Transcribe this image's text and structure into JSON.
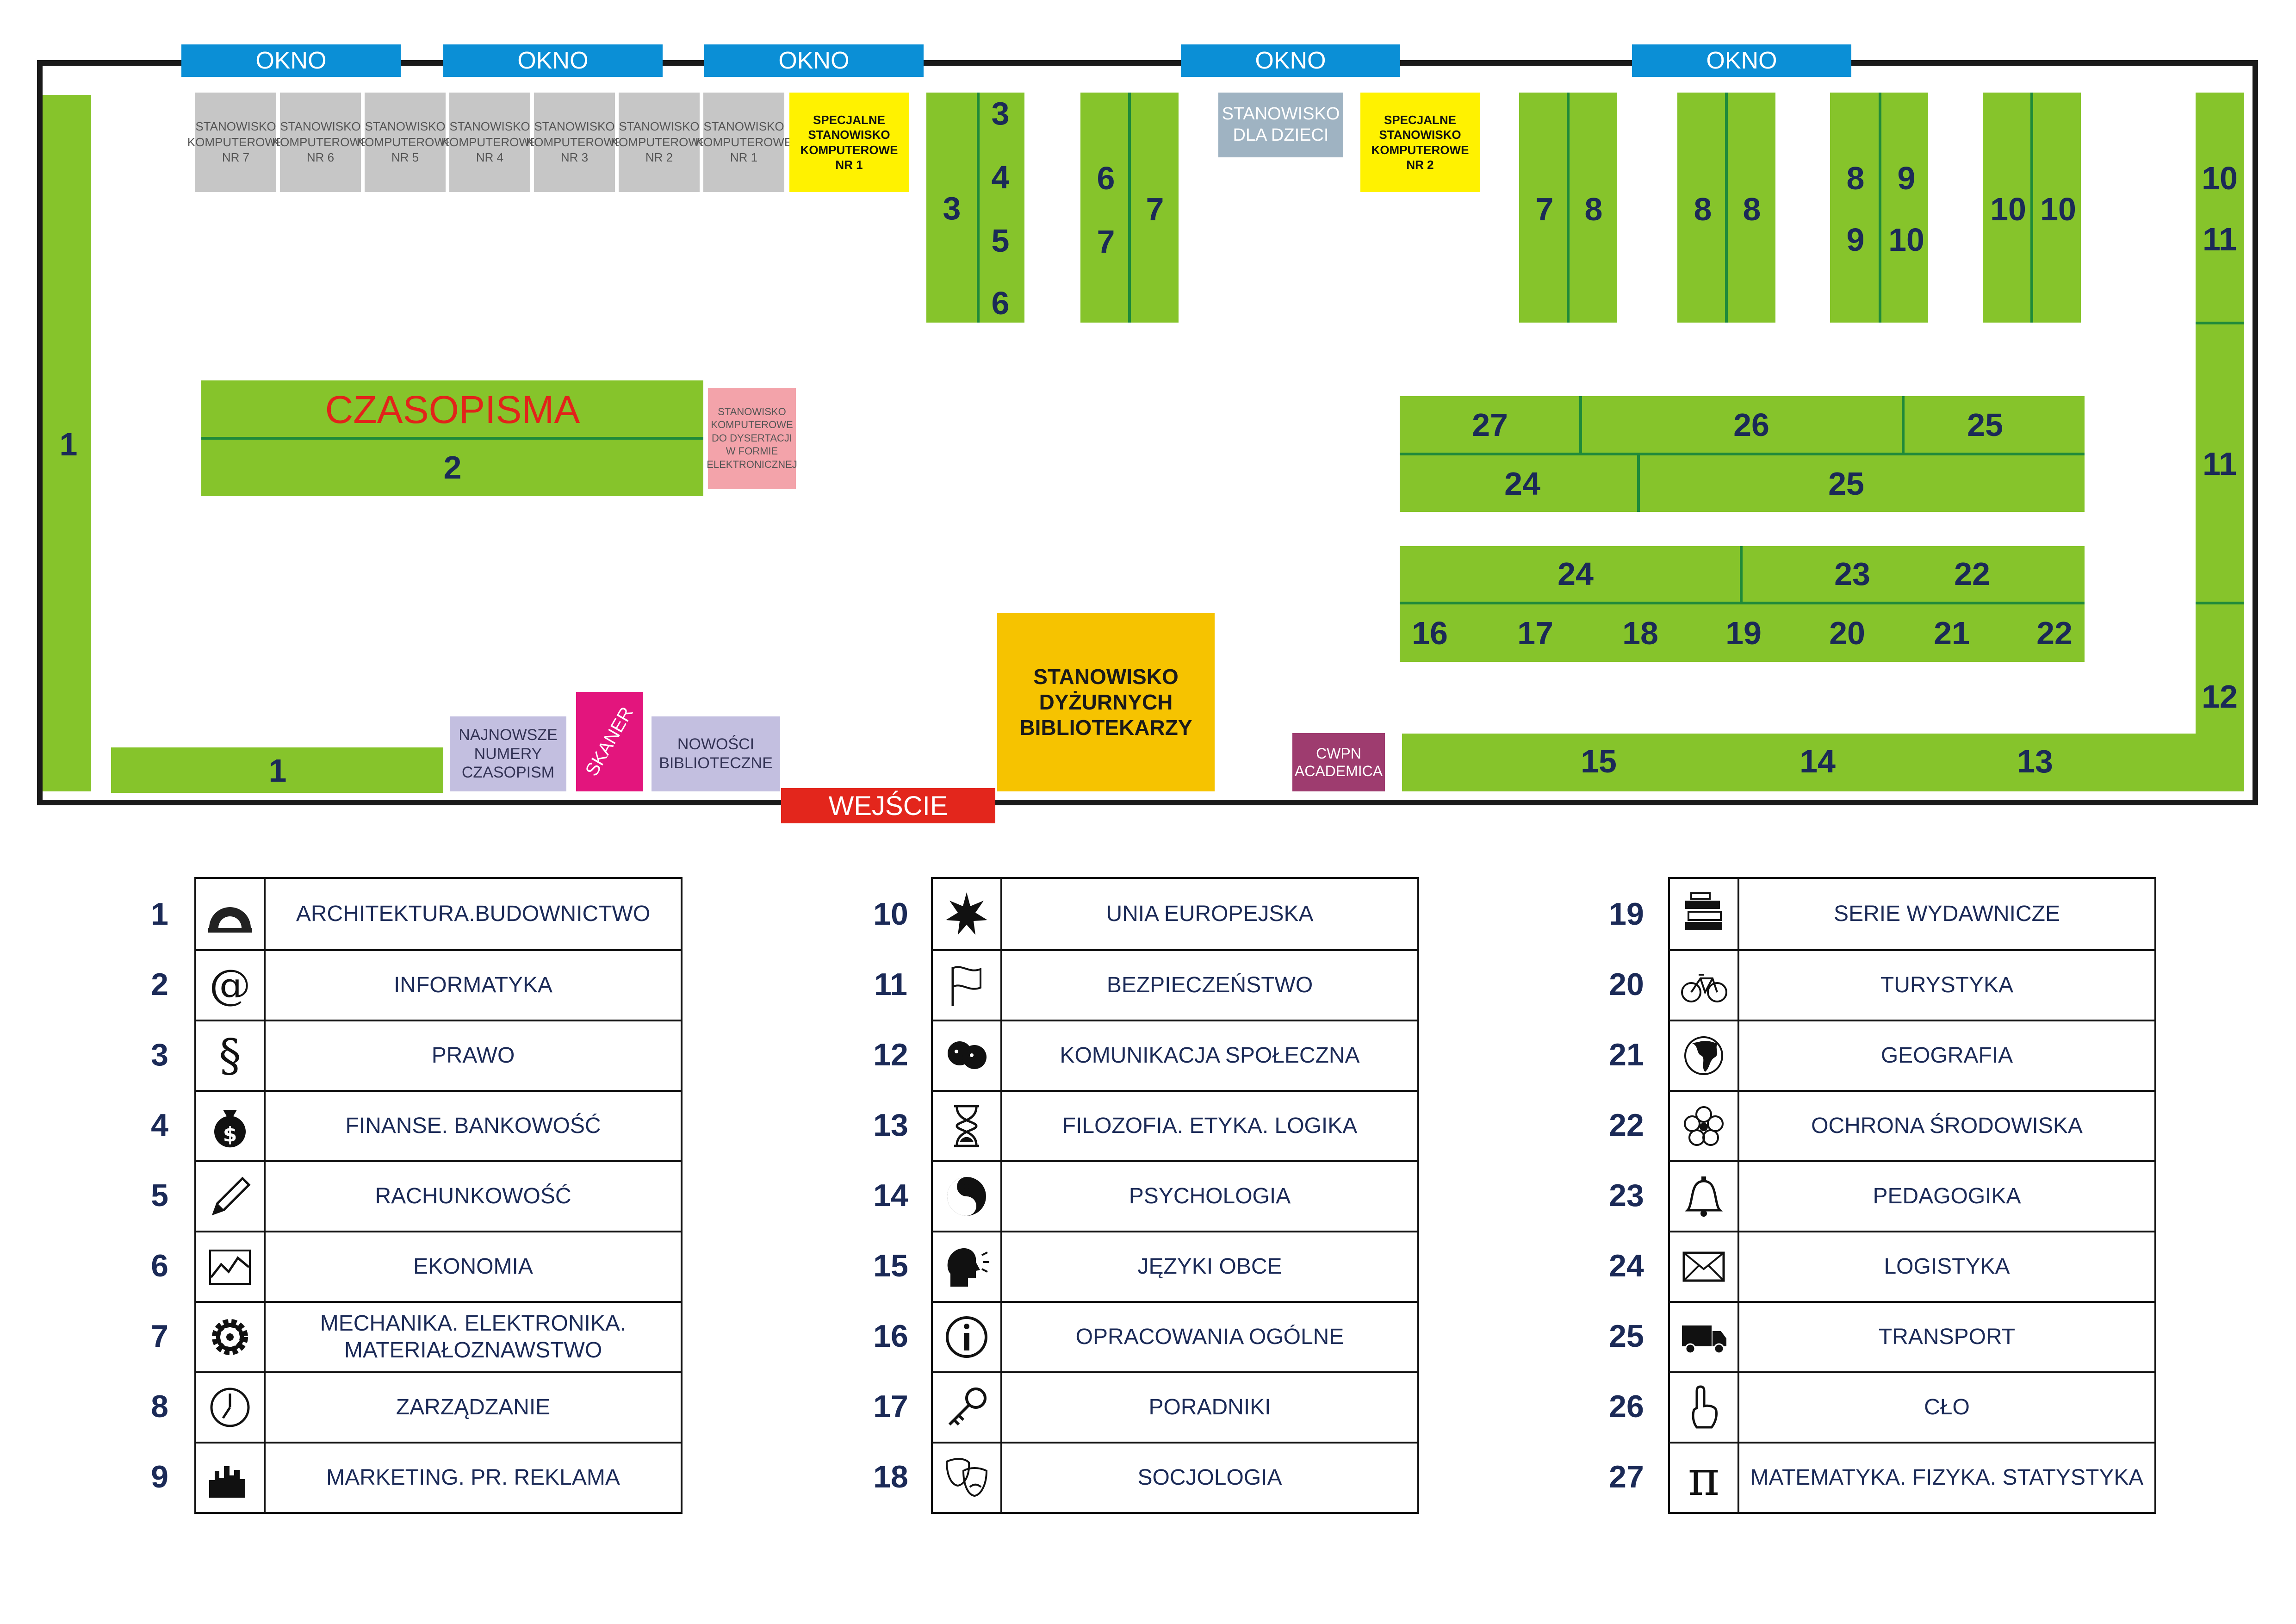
{
  "map": {
    "window_label": "OKNO",
    "entrance_label": "WEJŚCIE",
    "magazines_label": "CZASOPISMA",
    "computer_station_lines": [
      "STANOWISKO",
      "KOMPUTEROWE"
    ],
    "computer_stations": [
      "NR 7",
      "NR 6",
      "NR 5",
      "NR 4",
      "NR 3",
      "NR 2",
      "NR 1"
    ],
    "special_station_1": "SPECJALNE STANOWISKO KOMPUTEROWE NR 1",
    "special_station_2": "SPECJALNE STANOWISKO KOMPUTEROWE NR 2",
    "children_station": "STANOWISKO DLA DZIECI",
    "dissertation_station": "STANOWISKO KOMPUTEROWE DO DYSERTACJI W FORMIE ELEKTRONICZNEJ",
    "latest_magazines": "NAJNOWSZE NUMERY CZASOPISM",
    "scanner": "SKANER",
    "library_news": "NOWOŚCI BIBLIOTECZNE",
    "librarian_desk": "STANOWISKO DYŻURNYCH BIBLIOTEKARZY",
    "cwpn": "CWPN ACADEMICA",
    "shelf_numbers": {
      "left_wall": "1",
      "bottom_left": "1",
      "czasopisma": "2",
      "s3a": "3",
      "s3b": "3",
      "s4": "4",
      "s5": "5",
      "s6": "6",
      "s6b": "6",
      "s7a": "7",
      "s7b": "7",
      "s7c": "7",
      "s8a": "8",
      "s8b": "8",
      "s8c": "8",
      "s8d": "8",
      "s9a": "9",
      "s9b": "9",
      "s10a": "10",
      "s10b": "10",
      "s10c": "10",
      "r10": "10",
      "r11a": "11",
      "r11b": "11",
      "r12": "12",
      "b15": "15",
      "b14": "14",
      "b13": "13",
      "a27": "27",
      "a26": "26",
      "a25": "25",
      "a24": "24",
      "a25b": "25",
      "c24": "24",
      "c23": "23",
      "c22": "22",
      "d16": "16",
      "d17": "17",
      "d18": "18",
      "d19": "19",
      "d20": "20",
      "d21": "21",
      "d22": "22"
    }
  },
  "legend": [
    {
      "num": "1",
      "label": "ARCHITEKTURA.BUDOWNICTWO",
      "icon": "protractor-icon"
    },
    {
      "num": "2",
      "label": "INFORMATYKA",
      "icon": "at-sign-icon"
    },
    {
      "num": "3",
      "label": "PRAWO",
      "icon": "section-sign-icon"
    },
    {
      "num": "4",
      "label": "FINANSE. BANKOWOŚĆ",
      "icon": "money-bag-icon"
    },
    {
      "num": "5",
      "label": "RACHUNKOWOŚĆ",
      "icon": "pencil-icon"
    },
    {
      "num": "6",
      "label": "EKONOMIA",
      "icon": "chart-icon"
    },
    {
      "num": "7",
      "label": "MECHANIKA. ELEKTRONIKA. MATERIAŁOZNAWSTWO",
      "icon": "gear-icon"
    },
    {
      "num": "8",
      "label": "ZARZĄDZANIE",
      "icon": "clock-icon"
    },
    {
      "num": "9",
      "label": "MARKETING. PR. REKLAMA",
      "icon": "city-icon"
    },
    {
      "num": "10",
      "label": "UNIA EUROPEJSKA",
      "icon": "star-icon"
    },
    {
      "num": "11",
      "label": "BEZPIECZEŃSTWO",
      "icon": "flag-icon"
    },
    {
      "num": "12",
      "label": "KOMUNIKACJA SPOŁECZNA",
      "icon": "faces-icon"
    },
    {
      "num": "13",
      "label": "FILOZOFIA. ETYKA. LOGIKA",
      "icon": "hourglass-icon"
    },
    {
      "num": "14",
      "label": "PSYCHOLOGIA",
      "icon": "yin-yang-icon"
    },
    {
      "num": "15",
      "label": "JĘZYKI OBCE",
      "icon": "speaking-head-icon"
    },
    {
      "num": "16",
      "label": "OPRACOWANIA OGÓLNE",
      "icon": "info-icon"
    },
    {
      "num": "17",
      "label": "PORADNIKI",
      "icon": "key-icon"
    },
    {
      "num": "18",
      "label": "SOCJOLOGIA",
      "icon": "theater-masks-icon"
    },
    {
      "num": "19",
      "label": "SERIE WYDAWNICZE",
      "icon": "books-icon"
    },
    {
      "num": "20",
      "label": "TURYSTYKA",
      "icon": "bicycle-icon"
    },
    {
      "num": "21",
      "label": "GEOGRAFIA",
      "icon": "globe-icon"
    },
    {
      "num": "22",
      "label": "OCHRONA ŚRODOWISKA",
      "icon": "flower-icon"
    },
    {
      "num": "23",
      "label": "PEDAGOGIKA",
      "icon": "bell-icon"
    },
    {
      "num": "24",
      "label": "LOGISTYKA",
      "icon": "envelope-icon"
    },
    {
      "num": "25",
      "label": "TRANSPORT",
      "icon": "truck-icon"
    },
    {
      "num": "26",
      "label": "CŁO",
      "icon": "pointing-hand-icon"
    },
    {
      "num": "27",
      "label": "MATEMATYKA. FIZYKA. STATYSTYKA",
      "icon": "pi-icon"
    }
  ]
}
